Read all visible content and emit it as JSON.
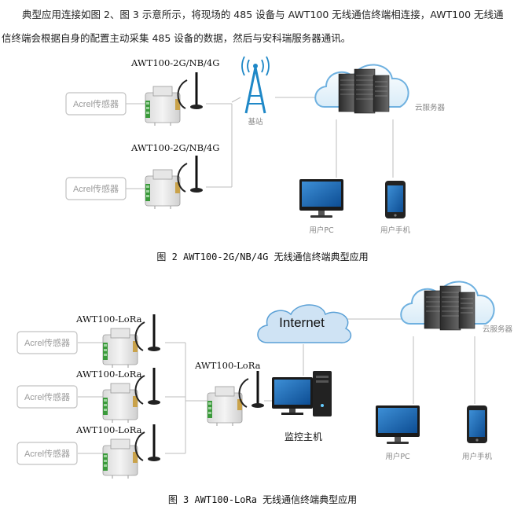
{
  "intro": {
    "line1": "典型应用连接如图 2、图 3 示意所示，将现场的 485 设备与 AWT100 无线通信终端相连接，AWT100 无线通",
    "line2": "信终端会根据自身的配置主动采集 485 设备的数据，然后与安科瑞服务器通讯。"
  },
  "figure2": {
    "sensor_top": "Acrel传感器",
    "sensor_bottom": "Acrel传感器",
    "device_top": "AWT100-2G/NB/4G",
    "device_bottom": "AWT100-2G/NB/4G",
    "base_station": "基站",
    "cloud_server": "云服务器",
    "user_pc": "用户PC",
    "user_phone": "用户手机",
    "caption": "图 2 AWT100-2G/NB/4G 无线通信终端典型应用"
  },
  "figure3": {
    "sensors": [
      "Acrel传感器",
      "Acrel传感器",
      "Acrel传感器"
    ],
    "devices": [
      "AWT100-LoRa",
      "AWT100-LoRa",
      "AWT100-LoRa"
    ],
    "gateway_device": "AWT100-LoRa",
    "internet": "Internet",
    "host": "监控主机",
    "cloud_server": "云服务器",
    "user_pc": "用户PC",
    "user_phone": "用户手机",
    "caption": "图 3 AWT100-LoRa 无线通信终端典型应用"
  }
}
